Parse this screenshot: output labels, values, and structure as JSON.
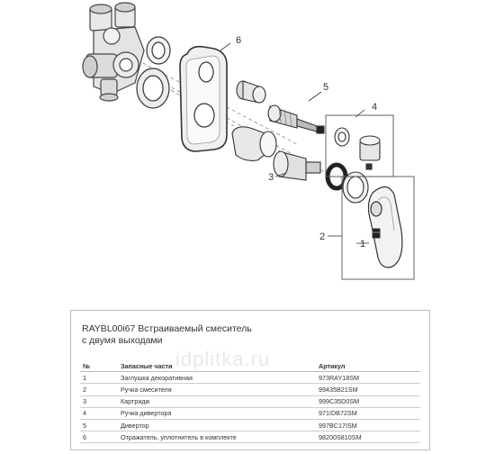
{
  "callouts": [
    "1",
    "2",
    "3",
    "4",
    "5",
    "6"
  ],
  "info": {
    "title_line1": "RAYBL00i67 Встраиваемый смеситель",
    "title_line2": "с двумя выходами",
    "headers": {
      "num": "№",
      "name": "Запасные части",
      "sku": "Артикул"
    },
    "rows": [
      {
        "num": "1",
        "name": "Заглушка декоративная",
        "sku": "973RAY18SM"
      },
      {
        "num": "2",
        "name": "Ручка смесителя",
        "sku": "99435B21SM"
      },
      {
        "num": "3",
        "name": "Картридж",
        "sku": "999C35D0SM"
      },
      {
        "num": "4",
        "name": "Ручка дивертора",
        "sku": "971IDB72SM"
      },
      {
        "num": "5",
        "name": "Дивертор",
        "sku": "997BC17ISM"
      },
      {
        "num": "6",
        "name": "Отражатель, уплотнитель в комплекте",
        "sku": "98200S810SM"
      }
    ]
  },
  "watermark": "idplitka.ru"
}
